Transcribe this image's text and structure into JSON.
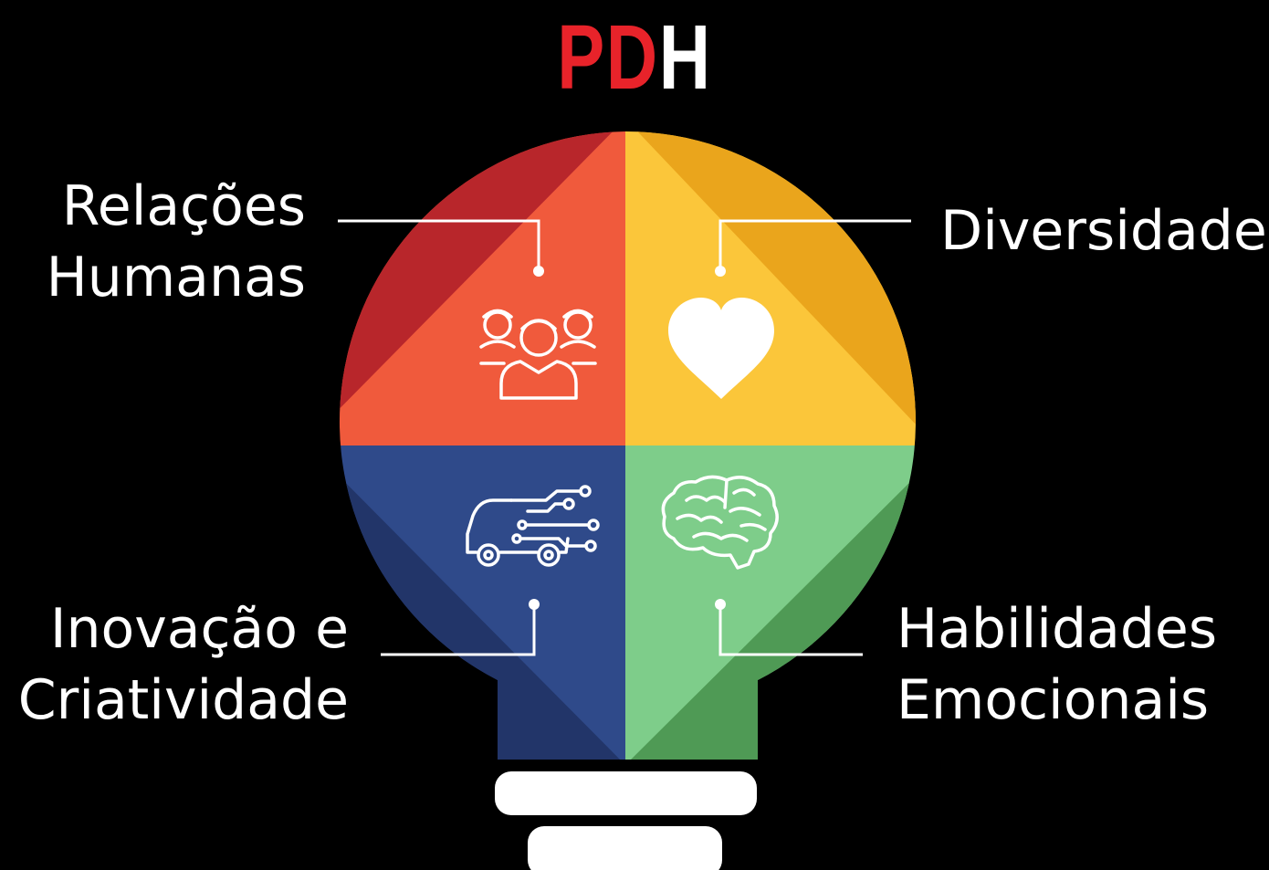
{
  "title": {
    "part1": "PD",
    "part2": "H"
  },
  "colors": {
    "background": "#000000",
    "title_red": "#e8232a",
    "red_light": "#f05a3c",
    "red_dark": "#b8262b",
    "yellow_light": "#fbc63a",
    "yellow_dark": "#eaa51c",
    "blue_light": "#2f4a8a",
    "blue_dark": "#223569",
    "green_light": "#7ecd8a",
    "green_dark": "#4f9a55",
    "base": "#ffffff"
  },
  "quadrants": [
    {
      "id": "relacoes",
      "line1": "Relações",
      "line2": "Humanas",
      "icon": "people-group-icon"
    },
    {
      "id": "diversidade",
      "line1": "Diversidade",
      "line2": "",
      "icon": "heart-icon"
    },
    {
      "id": "inovacao",
      "line1": "Inovação e",
      "line2": "Criatividade",
      "icon": "circuit-car-icon"
    },
    {
      "id": "habilidades",
      "line1": "Habilidades",
      "line2": "Emocionais",
      "icon": "brain-icon"
    }
  ]
}
